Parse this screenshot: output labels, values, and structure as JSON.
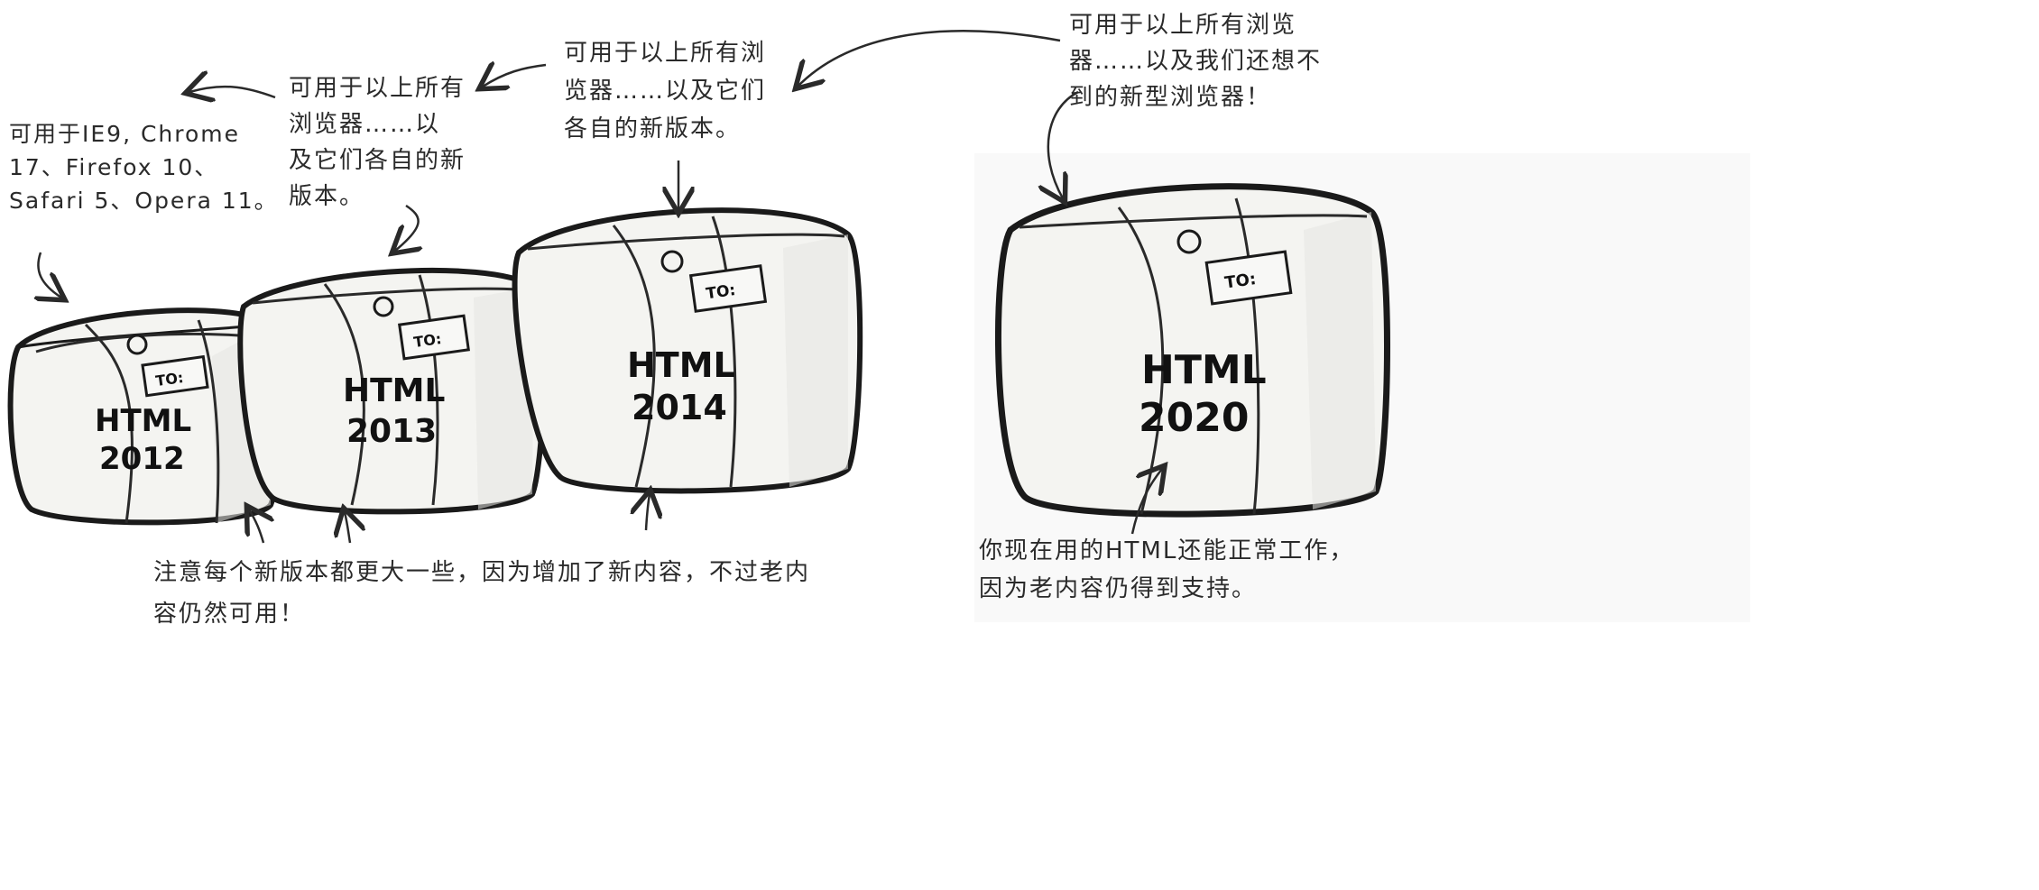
{
  "notes": {
    "note_2012": "可用于IE9, Chrome\n17、Firefox 10、\nSafari 5、Opera 11。",
    "note_2013": "可用于以上所有\n浏览器……以\n及它们各自的新\n版本。",
    "note_2014": "可用于以上所有浏\n览器……以及它们\n各自的新版本。",
    "note_2020": "可用于以上所有浏览\n器……以及我们还想不\n到的新型浏览器！",
    "note_bottom": "注意每个新版本都更大一些，因为增加了新内容，不过老内\n容仍然可用！",
    "note_right": "你现在用的HTML还能正常工作，\n因为老内容仍得到支持。"
  },
  "boxes": [
    {
      "id": "2012",
      "line1": "HTML",
      "line2": "2012"
    },
    {
      "id": "2013",
      "line1": "HTML",
      "line2": "2013"
    },
    {
      "id": "2014",
      "line1": "HTML",
      "line2": "2014"
    },
    {
      "id": "2020",
      "line1": "HTML",
      "line2": "2020"
    }
  ],
  "tag_text": "TO:",
  "colors": {
    "ink": "#1a1a1a",
    "box_fill": "#f4f4f1",
    "box_shade": "#e6e6e1",
    "string": "#2a2a2a"
  }
}
